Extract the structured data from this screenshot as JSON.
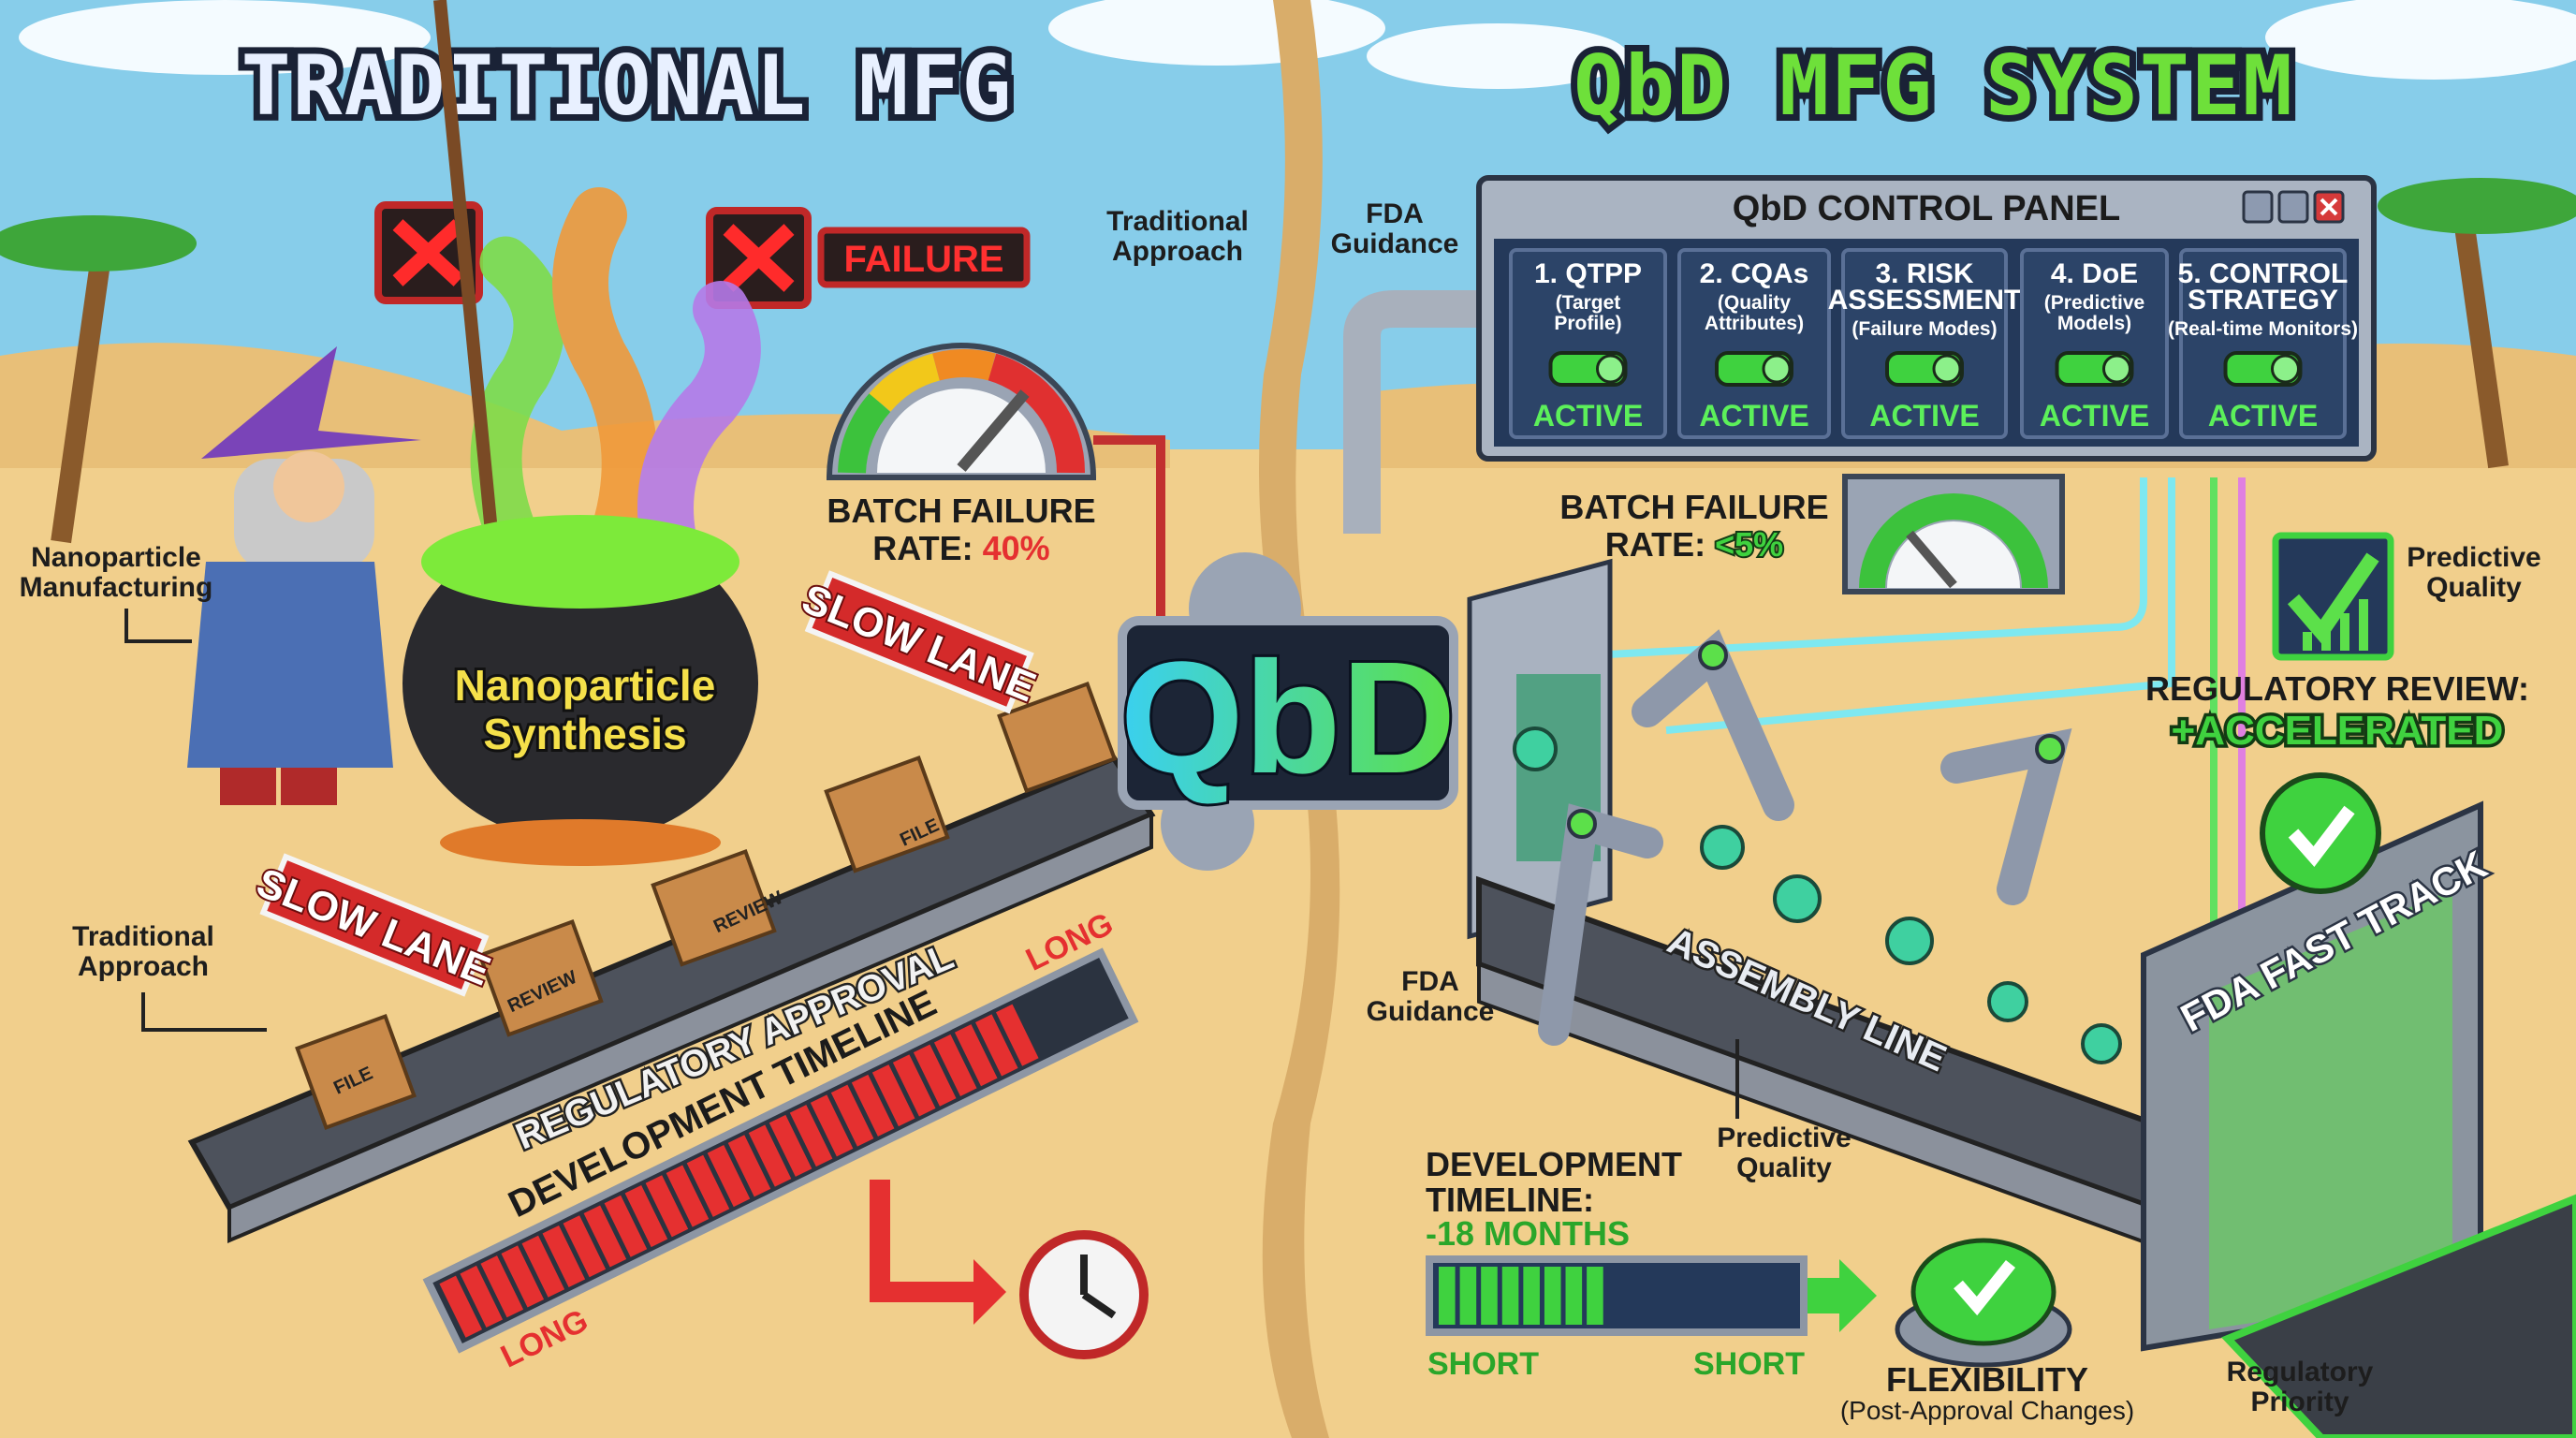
{
  "titles": {
    "left": "TRADITIONAL MFG",
    "right": "QbD MFG SYSTEM"
  },
  "colors": {
    "sky": "#87cdea",
    "sand": "#f1cf8c",
    "danger_red": "#e53030",
    "success_green": "#3fd23f",
    "panel_blue": "#24395a",
    "text_dark": "#1b1b1b"
  },
  "traditional": {
    "failure_label": "FAILURE",
    "error_icons": [
      "x-icon",
      "x-icon"
    ],
    "batch_failure": {
      "label": "BATCH FAILURE",
      "rate_label": "RATE:",
      "rate_value": "40%",
      "gauge_level": 0.8
    },
    "cauldron_text": [
      "Nanoparticle",
      "Synthesis"
    ],
    "annotations": {
      "top_approach": [
        "Traditional",
        "Approach"
      ],
      "nanoparticle": [
        "Nanoparticle",
        "Manufacturing"
      ],
      "left_approach": [
        "Traditional",
        "Approach"
      ]
    },
    "slow_lane_signs": [
      "SLOW LANE",
      "SLOW LANE"
    ],
    "conveyor_label": "REGULATORY APPROVAL",
    "boxes": [
      "FILE",
      "REVIEW",
      "REVIEW",
      "FILE"
    ],
    "timeline": {
      "label": "DEVELOPMENT TIMELINE",
      "start": "LONG",
      "end": "LONG",
      "fill": 0.88
    }
  },
  "center": {
    "logo": "QbD"
  },
  "qbd": {
    "annotations": {
      "fda_top": [
        "FDA",
        "Guidance"
      ],
      "fda_mid": [
        "FDA",
        "Guidance"
      ],
      "predictive_mid": [
        "Predictive",
        "Quality"
      ],
      "regulatory_priority": [
        "Regulatory",
        "Priority"
      ]
    },
    "control_panel": {
      "title": "QbD CONTROL PANEL",
      "steps": [
        {
          "title": [
            "1. QTPP"
          ],
          "subtitle": [
            "(Target",
            "Profile)"
          ],
          "status": "ACTIVE",
          "on": true
        },
        {
          "title": [
            "2. CQAs"
          ],
          "subtitle": [
            "(Quality",
            "Attributes)"
          ],
          "status": "ACTIVE",
          "on": true
        },
        {
          "title": [
            "3. RISK",
            "ASSESSMENT"
          ],
          "subtitle": [
            "(Failure Modes)"
          ],
          "status": "ACTIVE",
          "on": true
        },
        {
          "title": [
            "4. DoE"
          ],
          "subtitle": [
            "(Predictive",
            "Models)"
          ],
          "status": "ACTIVE",
          "on": true
        },
        {
          "title": [
            "5. CONTROL",
            "STRATEGY"
          ],
          "subtitle": [
            "(Real-time Monitors)"
          ],
          "status": "ACTIVE",
          "on": true
        }
      ]
    },
    "batch_failure": {
      "label": "BATCH FAILURE",
      "rate_label": "RATE:",
      "rate_value": "<5%",
      "gauge_level": 0.2
    },
    "predictive_quality": [
      "Predictive",
      "Quality"
    ],
    "regulatory_review": {
      "label": "REGULATORY REVIEW:",
      "value": "+ACCELERATED"
    },
    "assembly_line": "ASSEMBLY LINE",
    "fast_track": "FDA FAST TRACK",
    "timeline": {
      "label": [
        "DEVELOPMENT",
        "TIMELINE:"
      ],
      "value": "-18 MONTHS",
      "start": "SHORT",
      "end": "SHORT",
      "fill": 0.46
    },
    "flexibility": {
      "title": "FLEXIBILITY",
      "subtitle": "(Post-Approval Changes)"
    }
  }
}
